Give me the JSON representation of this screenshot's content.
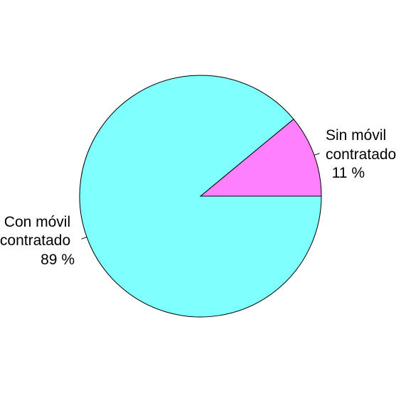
{
  "chart_data": {
    "type": "pie",
    "start_angle_deg": 0,
    "direction": "counterclockwise",
    "slices": [
      {
        "label_lines": [
          "Sin móvil",
          "contratado",
          "11 %"
        ],
        "value": 11,
        "color": "#FF80FF"
      },
      {
        "label_lines": [
          "Con móvil",
          "contratado",
          "89 %"
        ],
        "value": 89,
        "color": "#80FFFF"
      }
    ],
    "border_color": "#000000",
    "background": "#FFFFFF"
  }
}
